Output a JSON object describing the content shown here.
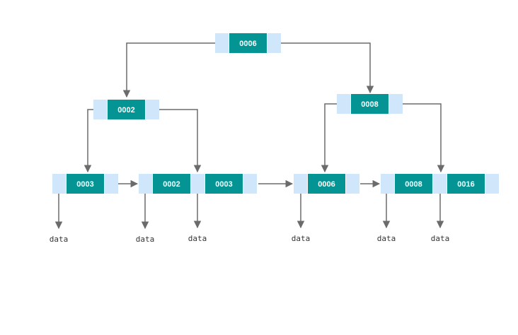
{
  "diagram": {
    "nodes": {
      "root": {
        "keys": [
          "0006"
        ]
      },
      "internal_left": {
        "keys": [
          "0002"
        ]
      },
      "internal_right": {
        "keys": [
          "0008"
        ]
      },
      "leaf_1": {
        "keys": [
          "0003"
        ]
      },
      "leaf_2": {
        "keys": [
          "0002",
          "0003"
        ]
      },
      "leaf_3": {
        "keys": [
          "0006"
        ]
      },
      "leaf_4": {
        "keys": [
          "0008",
          "0016"
        ]
      }
    },
    "data_labels": [
      "data",
      "data",
      "data",
      "data",
      "data",
      "data"
    ]
  }
}
